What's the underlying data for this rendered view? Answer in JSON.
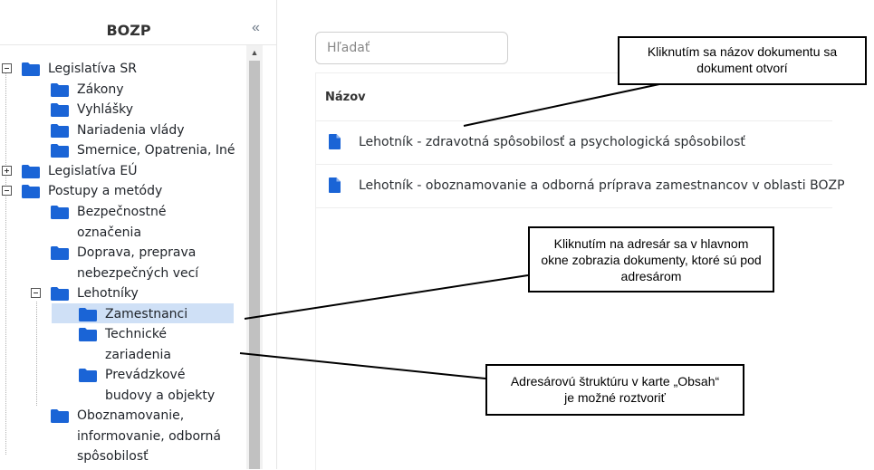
{
  "sidebar": {
    "title": "BOZP",
    "collapse_glyph": "«",
    "tree": [
      {
        "label": "Legislatíva SR",
        "toggle": "minus"
      },
      {
        "label": "Zákony"
      },
      {
        "label": "Vyhlášky"
      },
      {
        "label": "Nariadenia vlády"
      },
      {
        "label": "Smernice, Opatrenia, Iné"
      },
      {
        "label": "Legislatíva EÚ",
        "toggle": "plus"
      },
      {
        "label": "Postupy a metódy",
        "toggle": "minus"
      },
      {
        "label": "Bezpečnostné označenia"
      },
      {
        "label": "Doprava, preprava nebezpečných vecí"
      },
      {
        "label": "Lehotníky",
        "toggle": "minus"
      },
      {
        "label": "Zamestnanci",
        "selected": true
      },
      {
        "label": "Technické zariadenia"
      },
      {
        "label": "Prevádzkové budovy a objekty"
      },
      {
        "label": "Oboznamovanie, informovanie, odborná spôsobilosť"
      }
    ]
  },
  "main": {
    "search": {
      "placeholder": "Hľadať"
    },
    "table": {
      "header": "Názov",
      "rows": [
        {
          "name": "Lehotník - zdravotná spôsobilosť a psychologická spôsobilosť"
        },
        {
          "name": "Lehotník - oboznamovanie a odborná príprava zamestnancov v oblasti BOZP"
        }
      ]
    }
  },
  "callouts": {
    "c1": "Kliknutím sa názov dokumentu sa dokument otvorí",
    "c2": "Kliknutím na adresár sa v hlavnom okne zobrazia dokumenty, ktoré sú pod adresárom",
    "c3": "Adresárovú štruktúru v karte „Obsah“ je možné roztvoriť"
  },
  "colors": {
    "folder": "#1a64d6",
    "selected": "#cfe0f6"
  }
}
